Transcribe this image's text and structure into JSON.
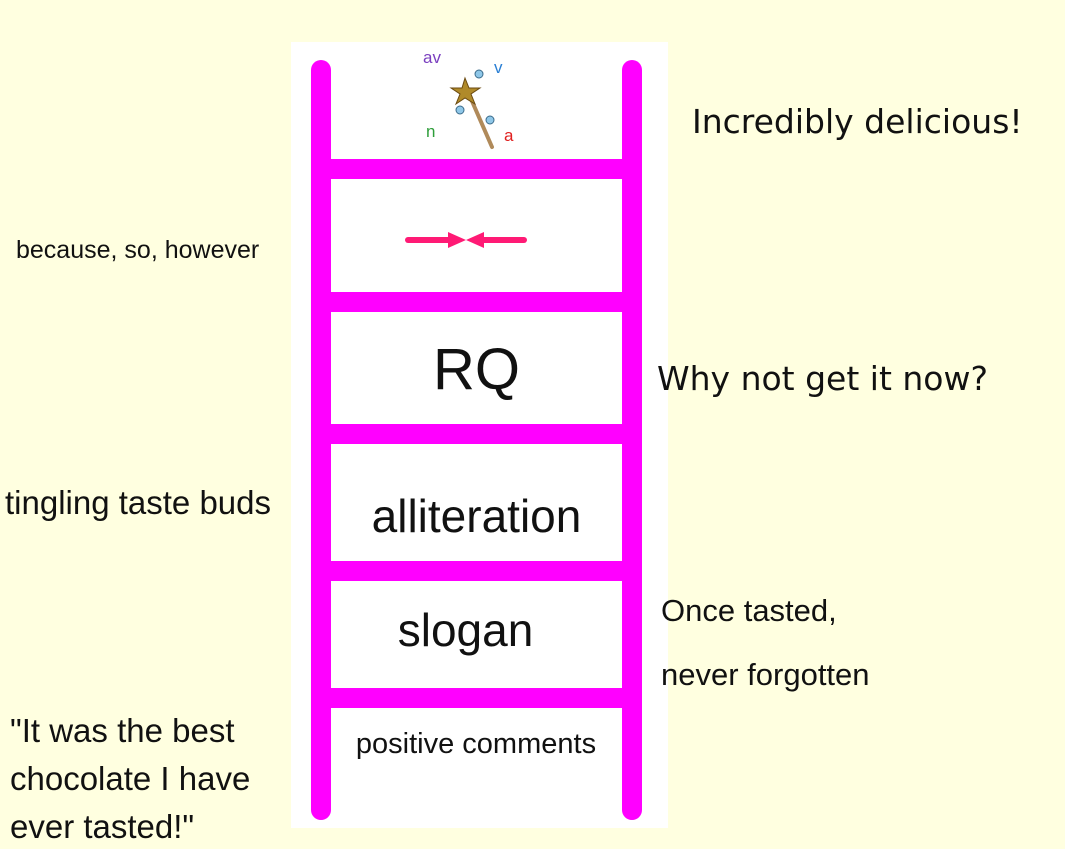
{
  "ladder": {
    "rungs": [
      {
        "label": "",
        "icon": "magic-wand-icon",
        "wand_letters": [
          "av",
          "v",
          "n",
          "a"
        ]
      },
      {
        "label": "",
        "icon": "converging-arrows-icon"
      },
      {
        "label": "RQ"
      },
      {
        "label": "alliteration"
      },
      {
        "label": "slogan"
      },
      {
        "label": "positive comments"
      }
    ]
  },
  "left_notes": {
    "connectives": "because, so, however",
    "alliteration_example": "tingling taste buds",
    "quote_line1": "\"It was the best",
    "quote_line2": "chocolate I have",
    "quote_line3": "ever tasted!\""
  },
  "right_notes": {
    "top_example": "Incredibly delicious!",
    "rq_example": "Why not get it now?",
    "slogan_line1": "Once tasted,",
    "slogan_line2": "never forgotten"
  },
  "colors": {
    "background": "#ffffe0",
    "ladder": "#ff00ff",
    "arrows": "#ff1a75",
    "wand_av": "#7a3fbf",
    "wand_v": "#2a7fd4",
    "wand_n": "#2e9e3a",
    "wand_a": "#e02020"
  }
}
